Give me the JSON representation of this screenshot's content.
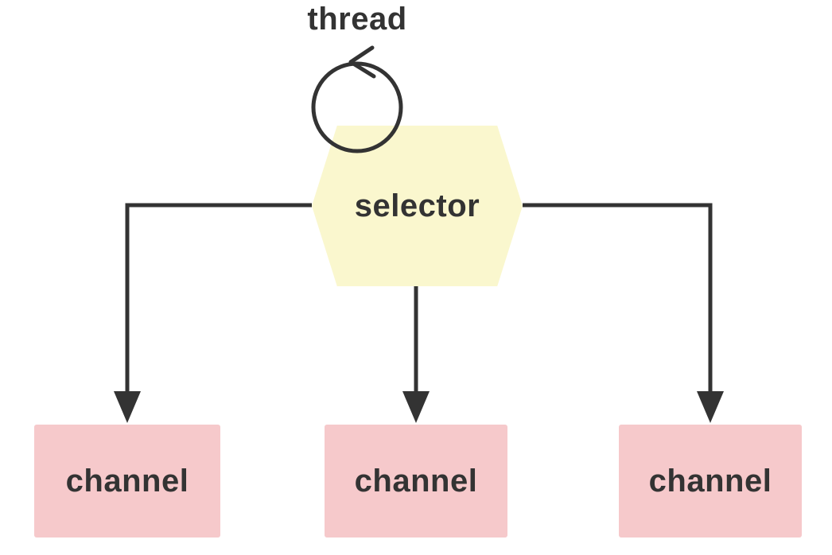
{
  "diagram": {
    "thread_label": "thread",
    "selector": {
      "label": "selector"
    },
    "channels": [
      {
        "label": "channel"
      },
      {
        "label": "channel"
      },
      {
        "label": "channel"
      }
    ],
    "icons": {
      "loop": "loop-arrow-icon"
    },
    "colors": {
      "background": "#ffffff",
      "selector_fill": "#faf7ce",
      "channel_fill": "#f6c9cb",
      "line": "#333333",
      "text": "#333333"
    }
  }
}
